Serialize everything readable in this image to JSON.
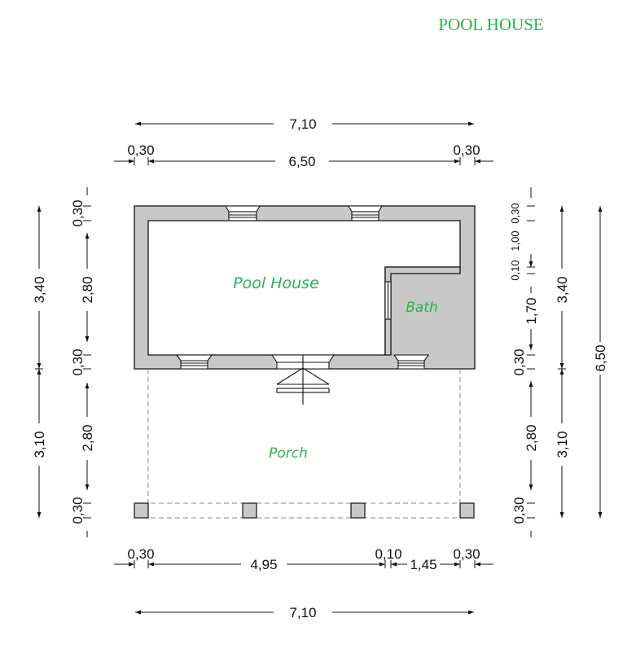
{
  "title": "POOL  HOUSE",
  "rooms": {
    "pool_house": "Pool House",
    "bath": "Bath",
    "porch": "Porch"
  },
  "dimensions": {
    "top_overall": "7,10",
    "top_left_wall": "0,30",
    "top_inner": "6,50",
    "top_right_wall": "0,30",
    "bottom_left_wall": "0,30",
    "bottom_porch": "4,95",
    "bottom_partition": "0,10",
    "bottom_bath": "1,45",
    "bottom_right_wall": "0,30",
    "bottom_overall": "7,10",
    "left_outer_house": "3,40",
    "left_outer_porch": "3,10",
    "left_wall_top": "0,30",
    "left_room": "2,80",
    "left_wall_mid": "0,30",
    "left_porch": "2,80",
    "left_post": "0,30",
    "right_wall_top": "0,30",
    "right_window": "1,00",
    "right_partition": "0,10",
    "right_bath": "1,70",
    "right_wall_mid": "0,30",
    "right_porch": "2,80",
    "right_post": "0,30",
    "right_house": "3,40",
    "right_porch_total": "3,10",
    "right_overall": "6,50"
  },
  "colors": {
    "wall_fill": "#c8c8c8",
    "label_green": "#2bb24c",
    "line": "#111111"
  }
}
